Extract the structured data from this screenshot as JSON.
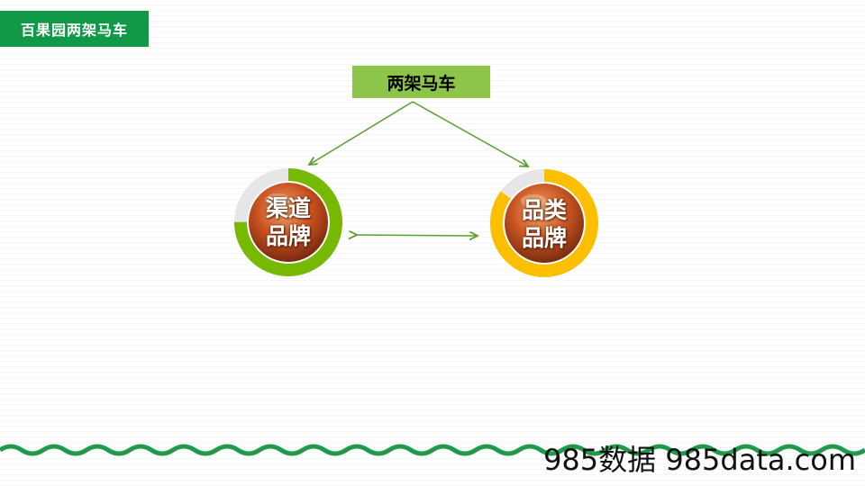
{
  "header": {
    "title": "百果园两架马车"
  },
  "diagram": {
    "top_label": "两架马车",
    "left_node": {
      "line1": "渠道",
      "line2": "品牌",
      "color": "#77b800",
      "level": 0.75
    },
    "right_node": {
      "line1": "品类",
      "line2": "品牌",
      "color": "#fbbf00",
      "level": 0.85
    }
  },
  "footer": {
    "watermark": "985数据 985data.com"
  },
  "colors": {
    "accent": "#119848",
    "box": "#8cc54a",
    "arrow": "#5a9e2e",
    "wave": "#1e9a4a"
  }
}
